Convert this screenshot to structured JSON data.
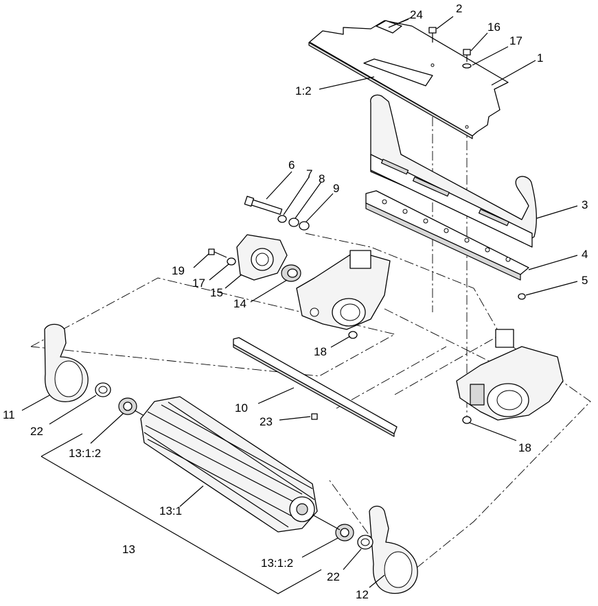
{
  "callouts": {
    "p1": "1",
    "p1_2": "1:2",
    "p2": "2",
    "p3": "3",
    "p4": "4",
    "p5": "5",
    "p6": "6",
    "p7": "7",
    "p8": "8",
    "p9": "9",
    "p10": "10",
    "p11": "11",
    "p12": "12",
    "p13": "13",
    "p13_1": "13:1",
    "p13_1_2_left": "13:1:2",
    "p13_1_2_right": "13:1:2",
    "p14": "14",
    "p15": "15",
    "p16": "16",
    "p17_top": "17",
    "p17_mid": "17",
    "p18_mid": "18",
    "p18_right": "18",
    "p19": "19",
    "p22_left": "22",
    "p22_right": "22",
    "p23": "23",
    "p24": "24"
  }
}
